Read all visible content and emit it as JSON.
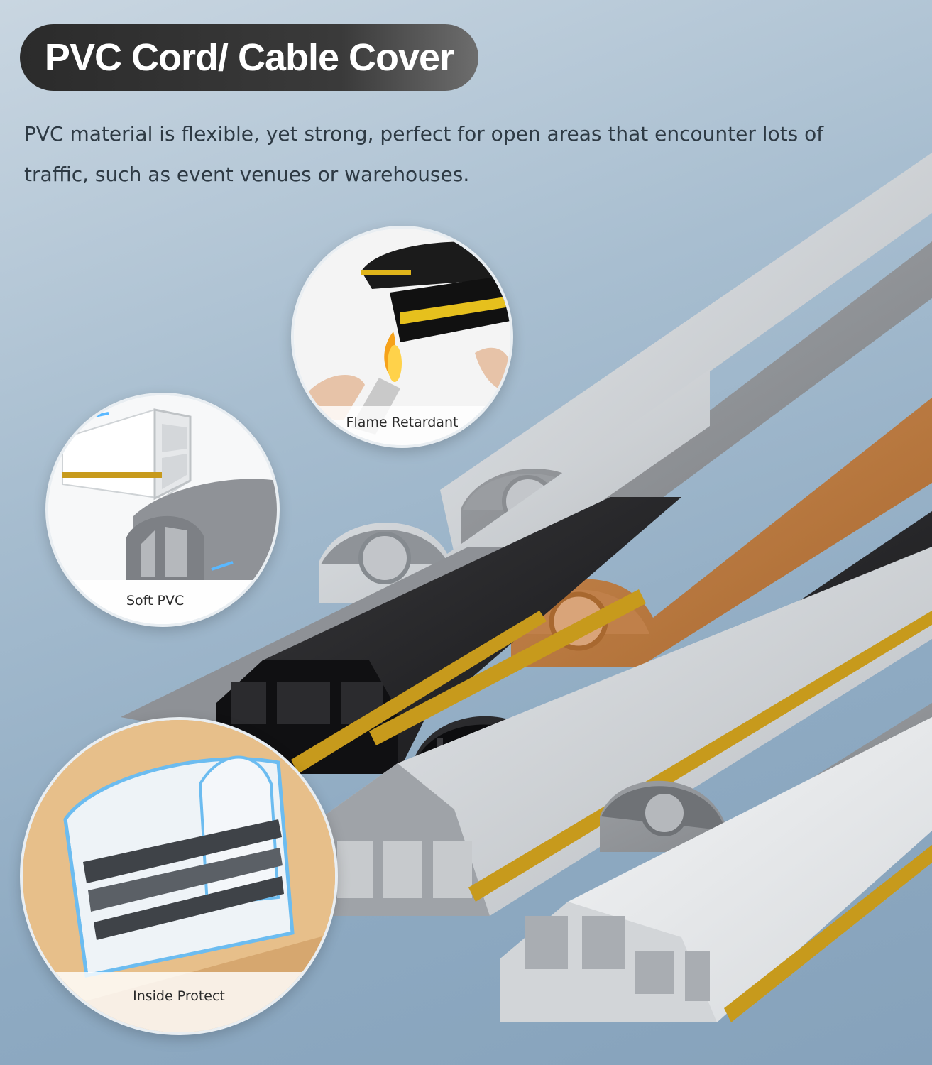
{
  "header": {
    "title": "PVC Cord/ Cable Cover",
    "description": "PVC material is flexible, yet strong, perfect for open areas that encounter lots of traffic, such as event venues or warehouses."
  },
  "callouts": [
    {
      "label": "Flame Retardant",
      "icon": "lighter-flame-icon"
    },
    {
      "label": "Soft PVC",
      "icon": "flexible-cover-icon"
    },
    {
      "label": "Inside Protect",
      "icon": "inner-channel-icon"
    }
  ],
  "colors": {
    "title_bg": "#2b2b2b",
    "cover_gray": "#8c8f93",
    "cover_light_gray": "#c4c8cc",
    "cover_brown": "#b9773f",
    "cover_black": "#1f1f21",
    "cover_white": "#eceeef",
    "adhesive_stripe": "#c79a1c"
  }
}
